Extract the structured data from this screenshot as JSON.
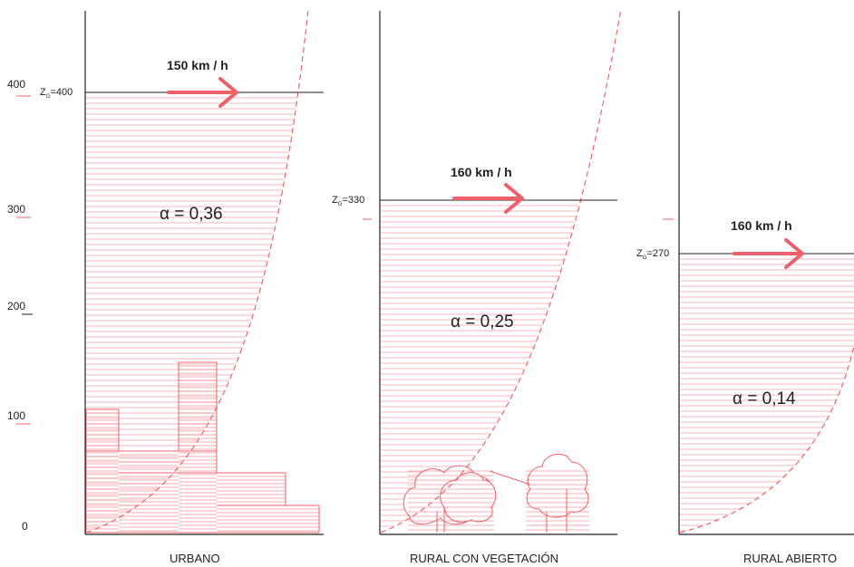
{
  "axis": {
    "ticks": [
      {
        "value": "400",
        "h": 400
      },
      {
        "value": "300",
        "h": 300
      },
      {
        "value": "200",
        "h": 200
      },
      {
        "value": "100",
        "h": 100
      },
      {
        "value": "0",
        "h": 0
      }
    ]
  },
  "panels": [
    {
      "key": "urbano",
      "caption": "URBANO",
      "zg_prefix": "Z",
      "zg_sub": "G",
      "zg_value": "=400",
      "speed": "150 km / h",
      "alpha": "α = 0,36",
      "gradient_height": 400
    },
    {
      "key": "rural-vegetacion",
      "caption": "RURAL CON VEGETACIÓN",
      "zg_prefix": "Z",
      "zg_sub": "G",
      "zg_value": "=330",
      "speed": "160 km / h",
      "alpha": "α = 0,25",
      "gradient_height": 330
    },
    {
      "key": "rural-abierto",
      "caption": "RURAL ABIERTO",
      "zg_prefix": "Z",
      "zg_sub": "G",
      "zg_value": "=270",
      "speed": "160 km / h",
      "alpha": "α = 0,14",
      "gradient_height": 270
    }
  ],
  "colors": {
    "accent": "#f0606a",
    "hatch": "#f5a0a6",
    "line": "#222222"
  }
}
